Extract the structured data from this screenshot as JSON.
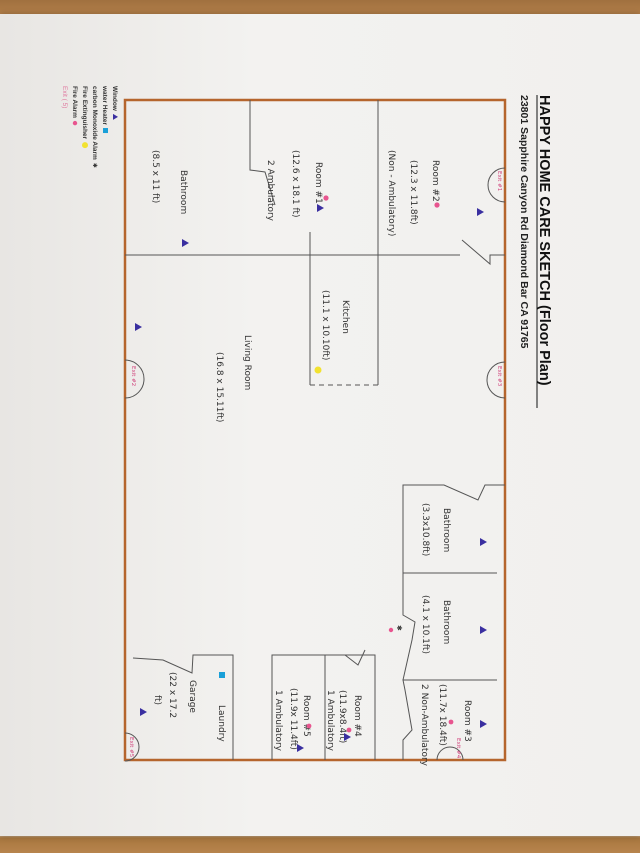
{
  "header": {
    "title": "HAPPY HOME CARE SKETCH (Floor Plan)",
    "address": "23801 Sapphire Canyon Rd Diamond Bar CA 91765"
  },
  "legend": [
    {
      "label": "Window",
      "icon": "window-triangle-icon",
      "color": "#3a2fa0"
    },
    {
      "label": "water Heater",
      "icon": "water-heater-square-icon",
      "color": "#1aa0d8"
    },
    {
      "label": "carbon Monoxide Alarm",
      "icon": "co-alarm-star-icon",
      "color": "#333333"
    },
    {
      "label": "Fire Extinguisher",
      "icon": "extinguisher-dot-icon",
      "color": "#f2e230"
    },
    {
      "label": "Fire Alarm",
      "icon": "fire-alarm-dot-icon",
      "color": "#e8558f"
    },
    {
      "label": "Exit ( 5)",
      "icon": "exit-icon",
      "color": "#e07aa0"
    }
  ],
  "rooms": {
    "room2": [
      "Room #2",
      "(12.3 x 11.8ft)",
      "(Non - Ambulatory)"
    ],
    "room1": [
      "Room #1",
      "(12.6 x 18.1 ft)",
      "2 Ambulatory"
    ],
    "bathroom1": [
      "Bathroom",
      "(8.5 x 11 ft)"
    ],
    "kitchen": [
      "Kitchen",
      "(11.1 x 10.10ft)"
    ],
    "living": [
      "Living   Room",
      "(16.8 x 15.11ft)"
    ],
    "bathroom2": [
      "Bathroom",
      "(3.3x10.8ft)"
    ],
    "bathroom3": [
      "Bathroom",
      "(4.1 x 10.1ft)"
    ],
    "room3": [
      "Room #3",
      "(11.7x 18.4ft)",
      "2 Non-Ambulatory"
    ],
    "room4": [
      "Room #4",
      "(11.9x8.4ft)",
      "1 Ambulatory"
    ],
    "room5": [
      "Room #5",
      "(11.9x 11.4ft)",
      "1 Ambulatory"
    ],
    "garage": [
      "Garage",
      "(22 x 17.2",
      "ft)"
    ],
    "laundry": "Laundry"
  },
  "exits": [
    "Exit #1",
    "Exit #2",
    "Exit #3",
    "Exit #4",
    "Exit #5"
  ],
  "colors": {
    "outer_wall": "#b5652d",
    "window": "#3a2fa0",
    "fire_alarm": "#e8558f",
    "extinguisher": "#f2e230",
    "water_heater": "#1aa0d8",
    "exit": "#d0407a"
  }
}
